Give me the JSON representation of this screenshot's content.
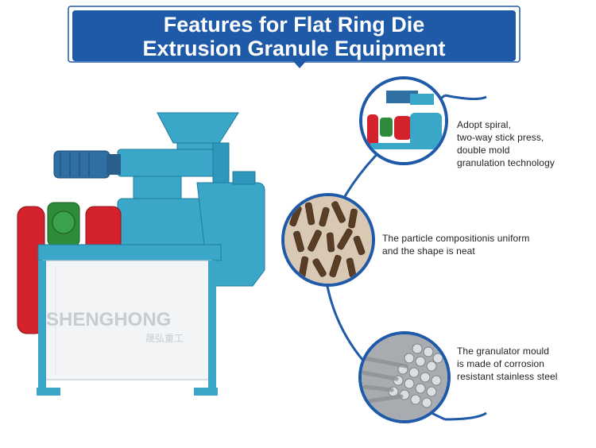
{
  "header": {
    "title_line1": "Features for Flat Ring Die",
    "title_line2": "Extrusion Granule Equipment"
  },
  "machine": {
    "brand": "SHENGHONG",
    "brand_cn": "晟弘重工"
  },
  "features": [
    {
      "lines": [
        "Adopt spiral,",
        "two-way stick press,",
        "double mold",
        "granulation technology"
      ]
    },
    {
      "lines": [
        "The particle compositionis uniform",
        "and the shape is neat"
      ]
    },
    {
      "lines": [
        "The granulator mould",
        "is made of corrosion",
        "resistant stainless steel"
      ]
    }
  ],
  "colors": {
    "accent": "#1f5aa8",
    "machine_blue": "#3aa6c8",
    "motor_red": "#d3222b",
    "gearbox_green": "#2e8b3a",
    "cabinet_white": "#f2f4f6"
  },
  "icons": [
    "machine-illustration",
    "pellets-image",
    "steel-rods-image"
  ]
}
